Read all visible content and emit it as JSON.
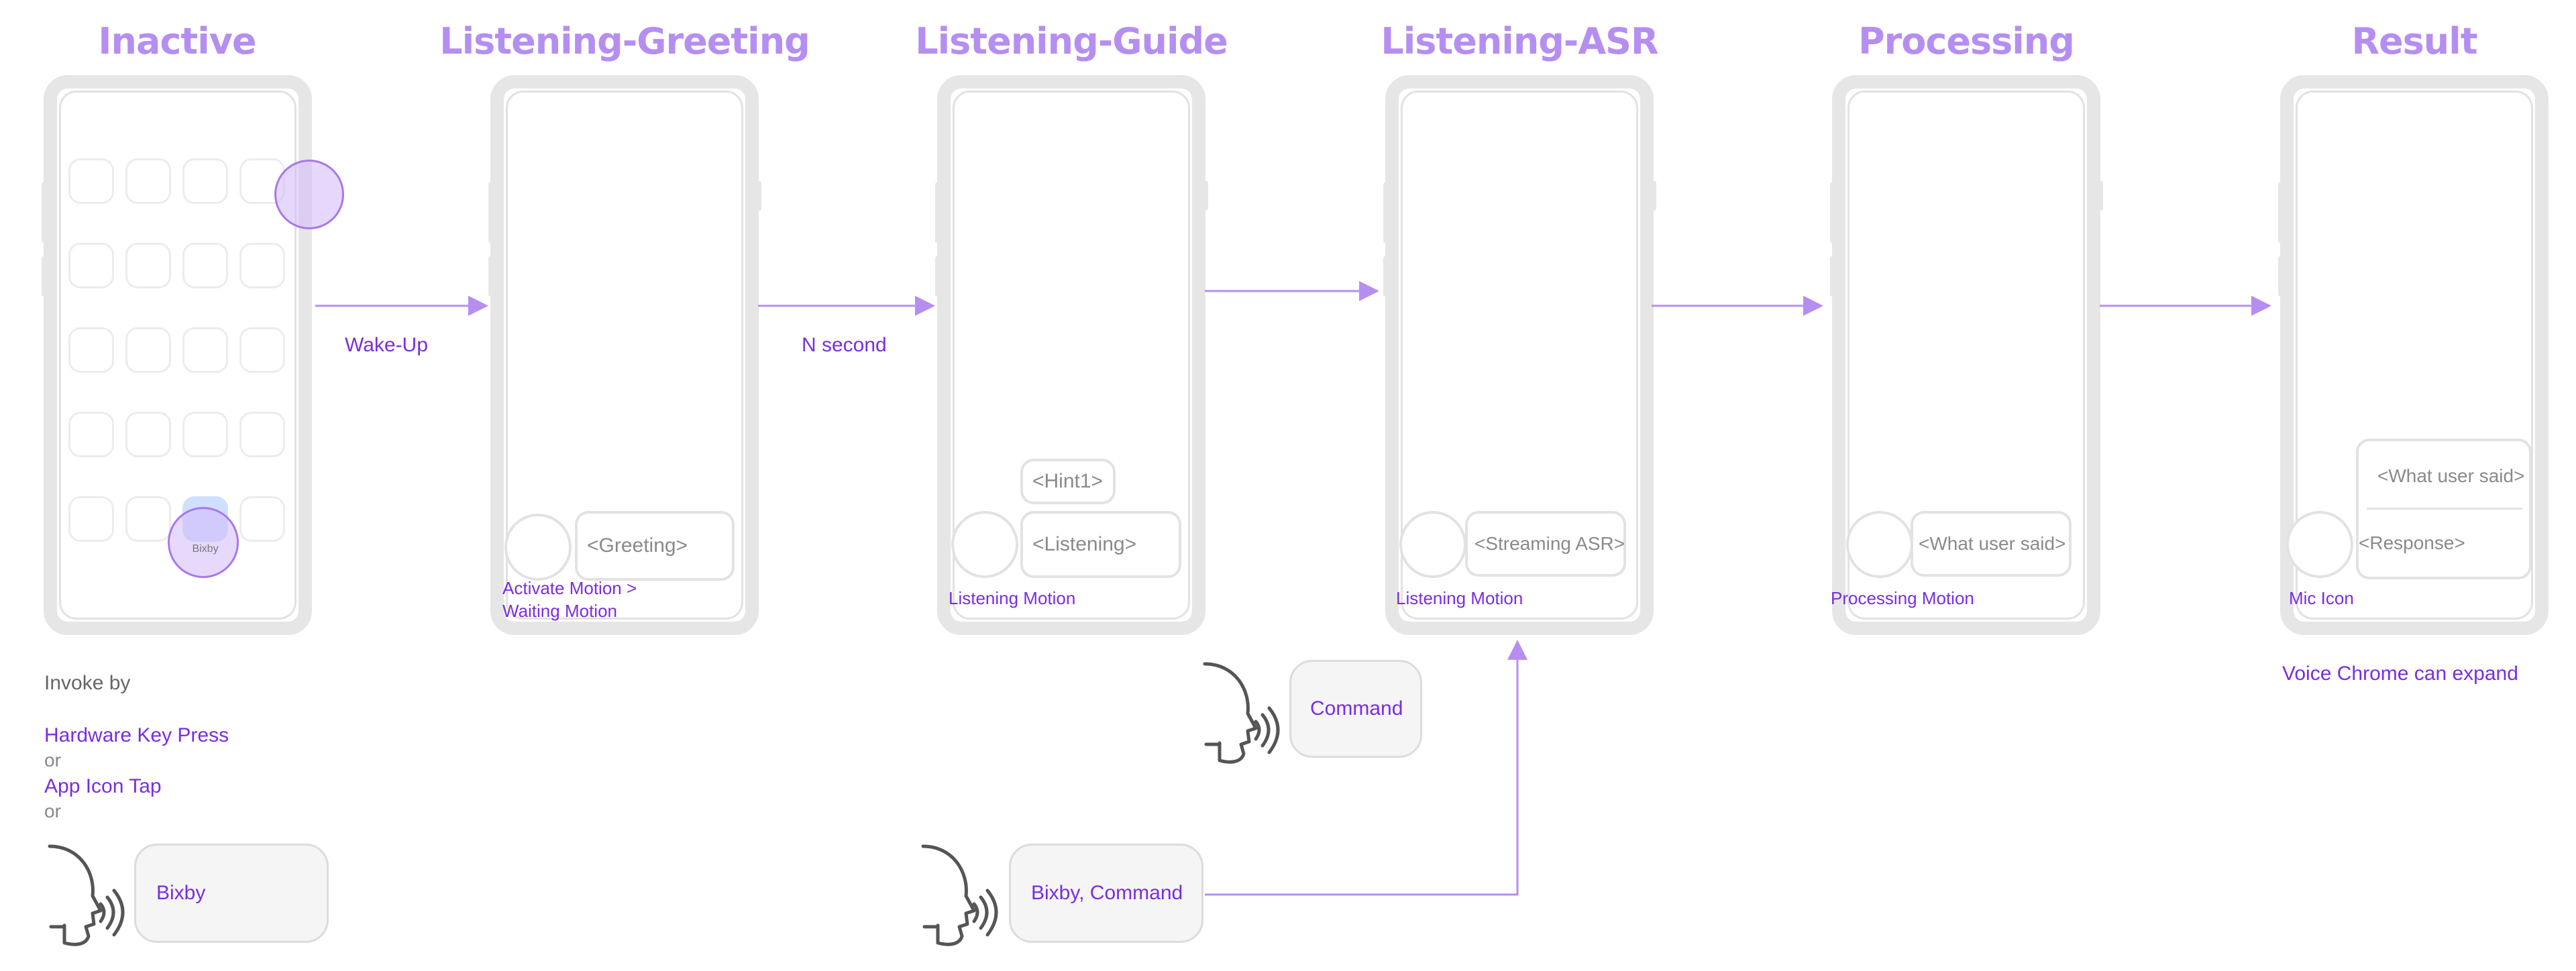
{
  "stages": [
    {
      "title": "Inactive",
      "caption": []
    },
    {
      "title": "Listening-Greeting",
      "caption": [
        "Activate Motion >",
        "Waiting Motion"
      ],
      "bubbles": [
        "<Greeting>"
      ]
    },
    {
      "title": "Listening-Guide",
      "caption": [
        "Listening Motion"
      ],
      "bubbles": [
        "<Listening>",
        "<Hint1>"
      ]
    },
    {
      "title": "Listening-ASR",
      "caption": [
        "Listening Motion"
      ],
      "bubbles": [
        "<Streaming ASR>"
      ]
    },
    {
      "title": "Processing",
      "caption": [
        "Processing Motion"
      ],
      "bubbles": [
        "<What user said>"
      ]
    },
    {
      "title": "Result",
      "caption": [
        "Mic Icon"
      ],
      "bubbles": [
        "<What user said>",
        "<Response>"
      ]
    }
  ],
  "transitions": [
    "Wake-Up",
    "N second"
  ],
  "inactive": {
    "bixby_app_label": "Bixby",
    "invoke_by": "Invoke by",
    "methods": [
      "Hardware Key Press",
      "App Icon Tap"
    ],
    "or": "or",
    "voice_command": "Bixby"
  },
  "guide_voice_command": "Command",
  "asr_voice_command": "Bixby, Command",
  "result_note": "Voice Chrome can expand",
  "colors": {
    "title": "#b58ef2",
    "accent": "#7a2de0",
    "arrow": "#b58ef2",
    "phone": "#e6e6e6"
  }
}
